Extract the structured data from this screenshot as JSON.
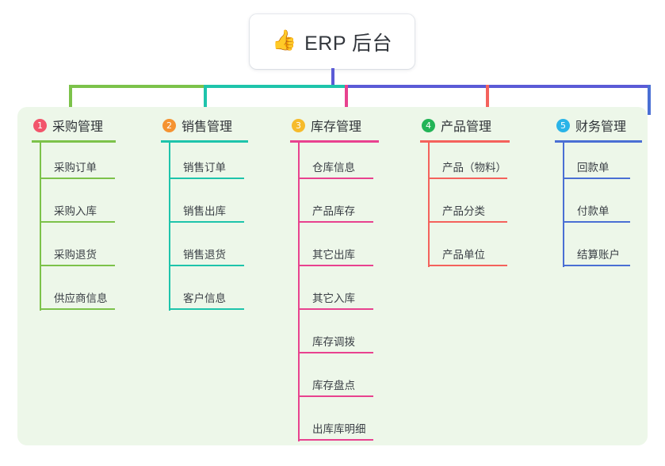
{
  "diagram": {
    "type": "mindmap",
    "root": {
      "icon": "thumbs-up-icon",
      "icon_glyph": "👍",
      "label": "ERP 后台"
    },
    "panel_color": "#edf7e9",
    "trunk_color": "#5b5bd6",
    "columns": [
      {
        "number": "1",
        "title": "采购管理",
        "color": "#7cc24a",
        "badge_color": "#f2556b",
        "items": [
          "采购订单",
          "采购入库",
          "采购退货",
          "供应商信息"
        ]
      },
      {
        "number": "2",
        "title": "销售管理",
        "color": "#1ec4ab",
        "badge_color": "#f59331",
        "items": [
          "销售订单",
          "销售出库",
          "销售退货",
          "客户信息"
        ]
      },
      {
        "number": "3",
        "title": "库存管理",
        "color": "#e8428f",
        "badge_color": "#f6bb2b",
        "items": [
          "仓库信息",
          "产品库存",
          "其它出库",
          "其它入库",
          "库存调拨",
          "库存盘点",
          "出库库明细"
        ]
      },
      {
        "number": "4",
        "title": "产品管理",
        "color": "#f4625c",
        "badge_color": "#23b457",
        "items": [
          "产品（物料）",
          "产品分类",
          "产品单位"
        ]
      },
      {
        "number": "5",
        "title": "财务管理",
        "color": "#4a6fd4",
        "badge_color": "#2ab4e8",
        "items": [
          "回款单",
          "付款单",
          "结算账户"
        ]
      }
    ]
  }
}
